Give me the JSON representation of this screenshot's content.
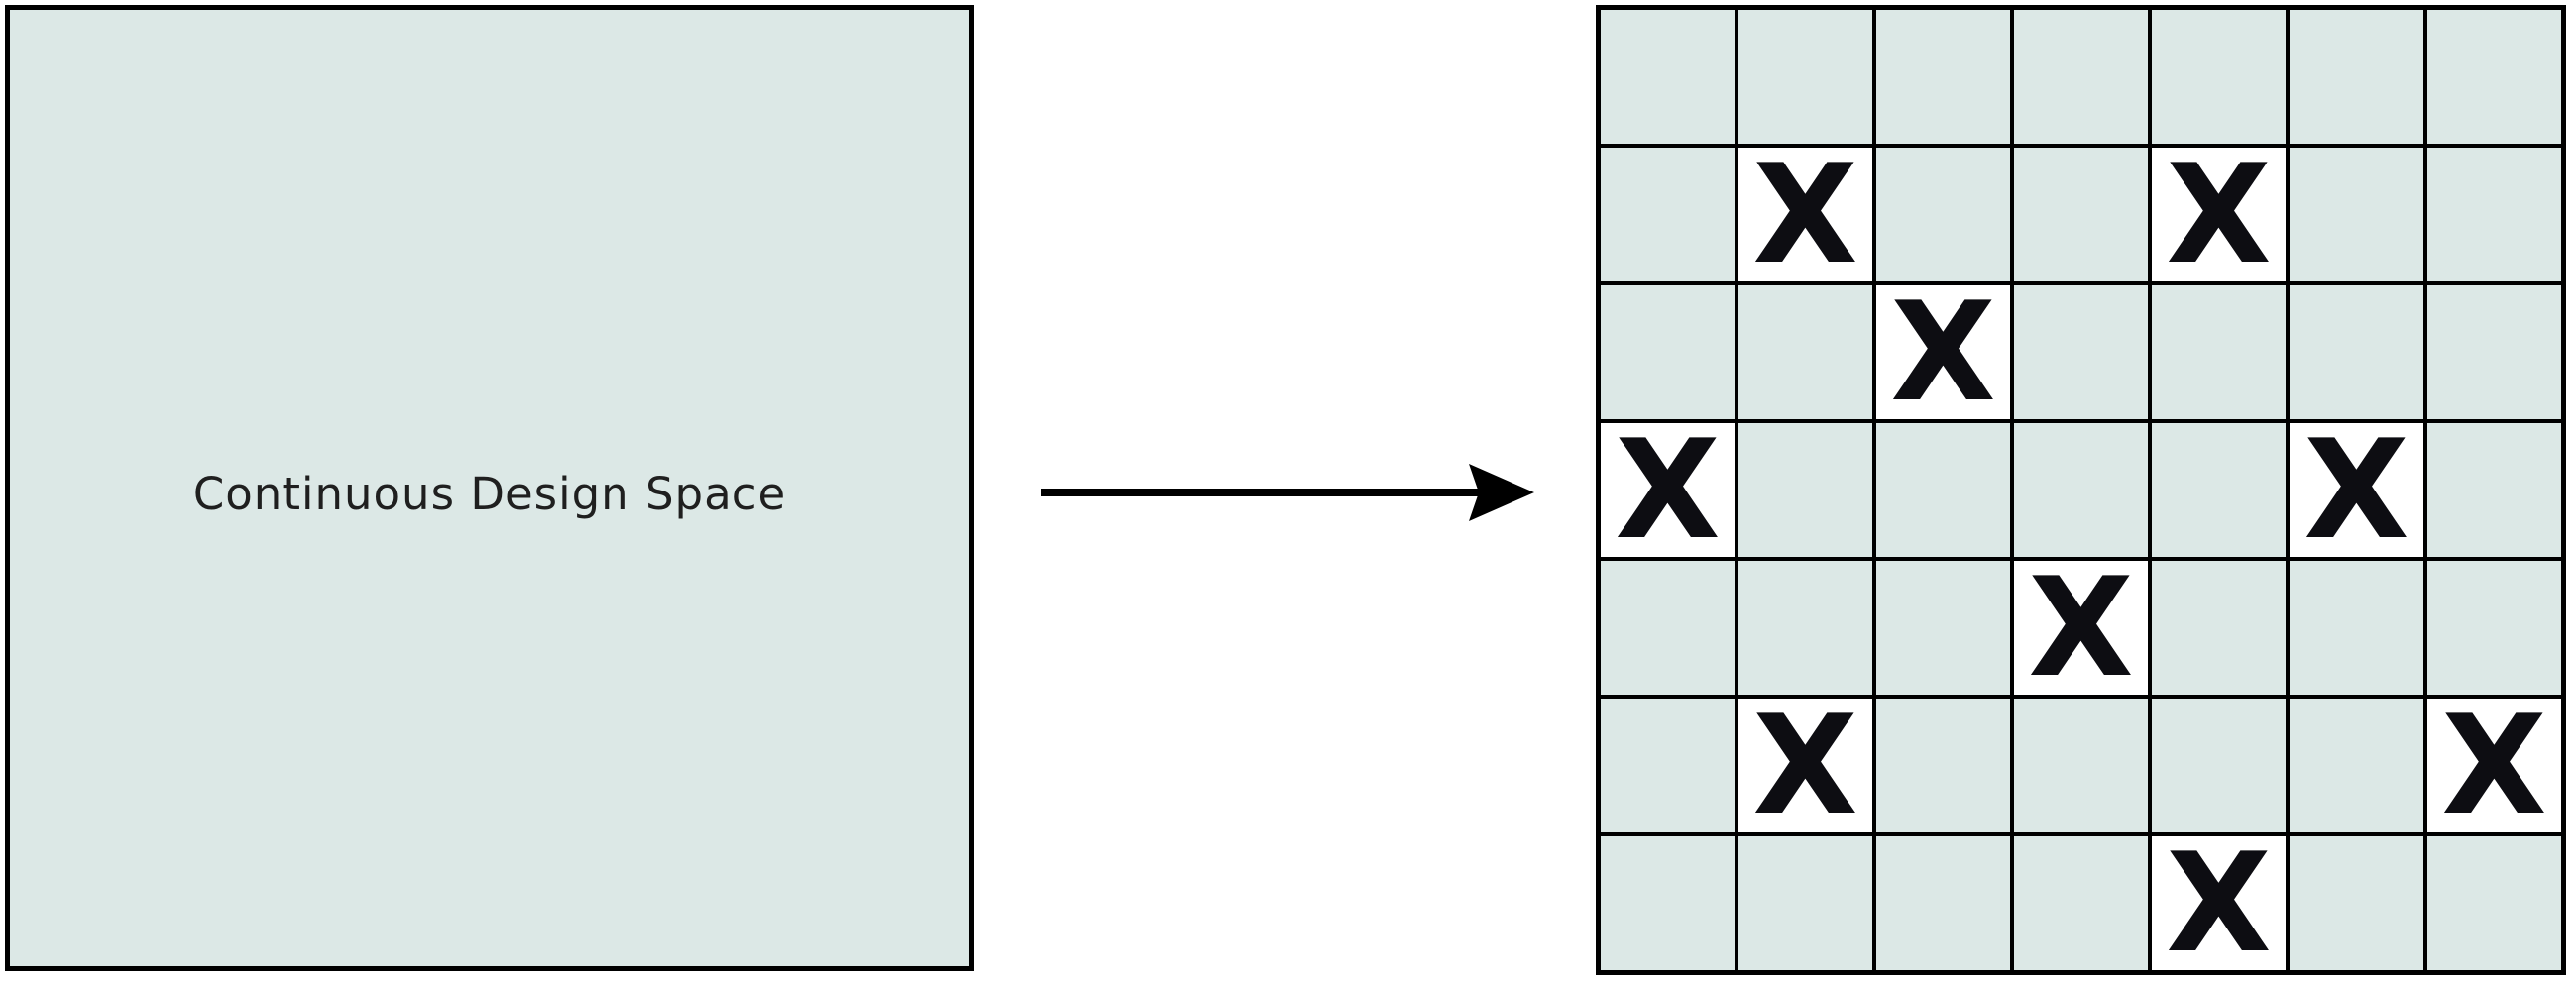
{
  "left_panel": {
    "label": "Continuous Design Space"
  },
  "arrow": {
    "direction": "right"
  },
  "grid": {
    "rows": 7,
    "cols": 7,
    "mark_symbol": "X",
    "marked_cells": [
      [
        1,
        1
      ],
      [
        1,
        4
      ],
      [
        2,
        2
      ],
      [
        3,
        0
      ],
      [
        3,
        5
      ],
      [
        4,
        3
      ],
      [
        5,
        1
      ],
      [
        5,
        6
      ],
      [
        6,
        4
      ]
    ]
  },
  "colors": {
    "line_color": "#000000",
    "panel_fill": "#dce8e6",
    "cell_fill": "#dce8e6",
    "marked_cell_fill": "#ffffff",
    "mark_color": "#0d0d12",
    "label_color": "#1f1f1f",
    "background": "#ffffff"
  }
}
